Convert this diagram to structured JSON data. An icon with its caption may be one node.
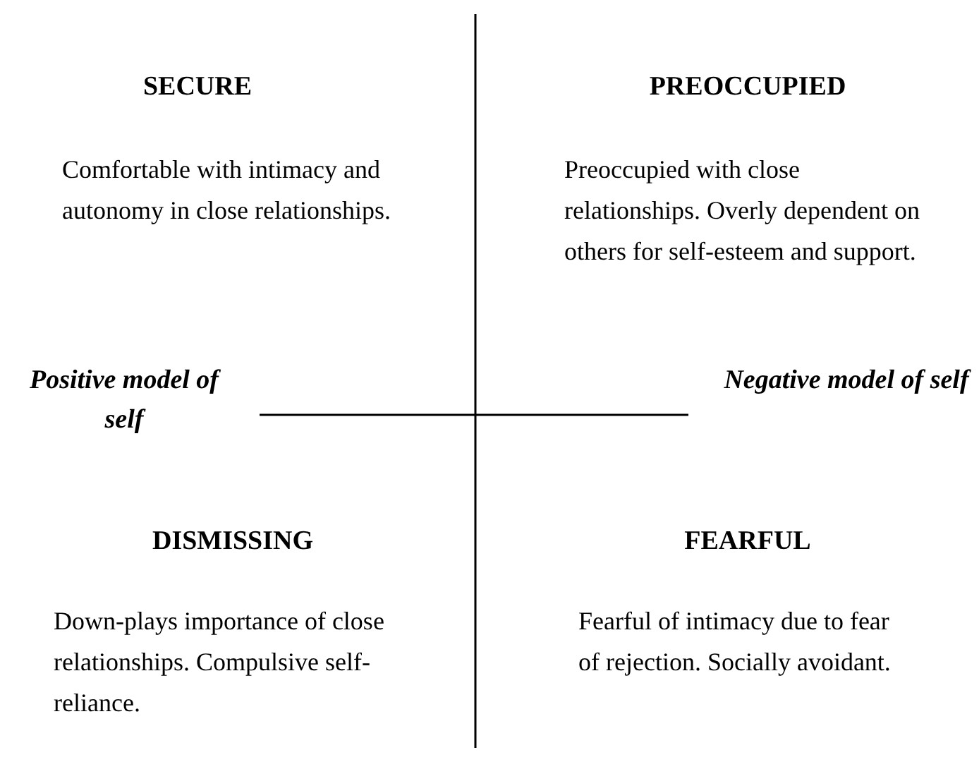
{
  "diagram": {
    "labels": [
      "SECURE",
      "PREOCCUPIED",
      "Comfortable with intimacy and autonomy in close relationships.",
      "Preoccupied with close relationships. Overly dependent on others for self-esteem and support.",
      "Positive model of self",
      "Negative model of self",
      "DISMISSING",
      "FEARFUL",
      "Down-plays importance of close relationships. Compulsive self-reliance.",
      "Fearful of intimacy due to fear of rejection. Socially avoidant."
    ]
  }
}
